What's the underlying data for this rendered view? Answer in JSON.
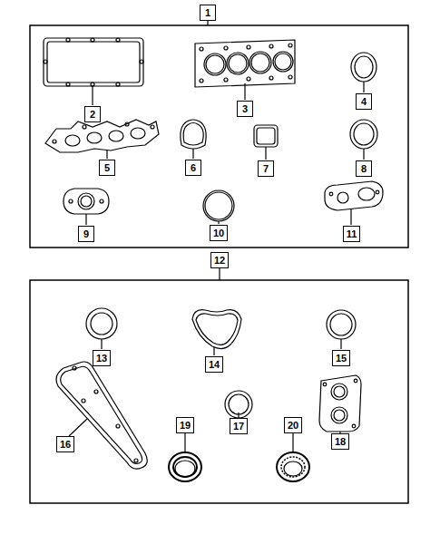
{
  "diagram": {
    "nodes": [
      {
        "text": [
          "1"
        ]
      },
      {
        "text": [
          "2"
        ]
      },
      {
        "text": [
          "3"
        ]
      },
      {
        "text": [
          "4"
        ]
      },
      {
        "text": [
          "5"
        ]
      },
      {
        "text": [
          "6"
        ]
      },
      {
        "text": [
          "7"
        ]
      },
      {
        "text": [
          "8"
        ]
      },
      {
        "text": [
          "9"
        ]
      },
      {
        "text": [
          "10"
        ]
      },
      {
        "text": [
          "11"
        ]
      },
      {
        "text": [
          "12"
        ]
      },
      {
        "text": [
          "13"
        ]
      },
      {
        "text": [
          "14"
        ]
      },
      {
        "text": [
          "15"
        ]
      },
      {
        "text": [
          "16"
        ]
      },
      {
        "text": [
          "17"
        ]
      },
      {
        "text": [
          "18"
        ]
      },
      {
        "text": [
          "19"
        ]
      },
      {
        "text": [
          "20"
        ]
      }
    ]
  }
}
